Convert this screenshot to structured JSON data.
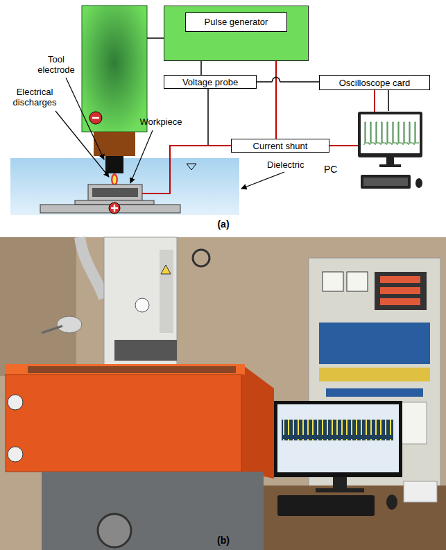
{
  "diagram": {
    "nodes": [
      {
        "text": [
          "Pulse generator"
        ]
      },
      {
        "text": [
          "Voltage probe"
        ]
      },
      {
        "text": [
          "Current shunt"
        ]
      },
      {
        "text": [
          "Oscilloscope card"
        ]
      },
      {
        "text": [
          "PC"
        ]
      }
    ],
    "edges": [
      {
        "from": 0,
        "to": 1,
        "arrow": "none"
      },
      {
        "from": 0,
        "to": 2,
        "arrow": "none"
      },
      {
        "from": 1,
        "to": 3,
        "arrow": "none"
      },
      {
        "from": 2,
        "to": 3,
        "arrow": "none"
      },
      {
        "from": 3,
        "to": 4,
        "arrow": "none"
      }
    ],
    "labels": [
      "Tool electrode",
      "Electrical discharges",
      "Workpiece",
      "Dielectric",
      "(a)",
      "(b)"
    ]
  }
}
